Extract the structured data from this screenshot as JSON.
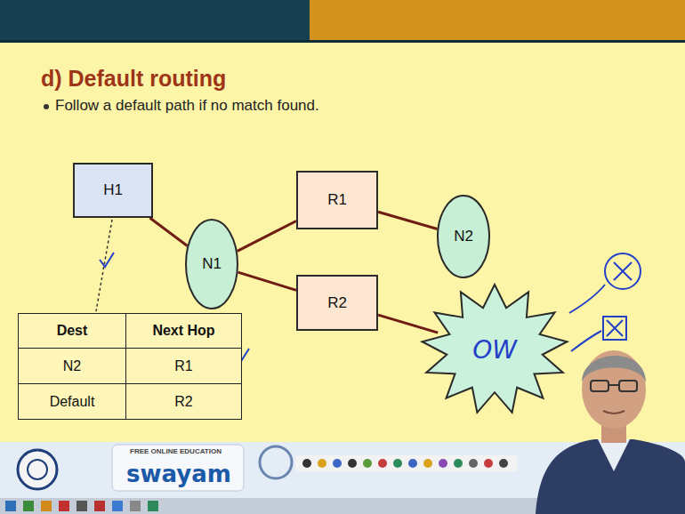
{
  "diagram": {
    "title": "d) Default routing",
    "nodes": [
      {
        "text": [
          "H1"
        ]
      },
      {
        "text": [
          "R1"
        ]
      },
      {
        "text": [
          "N2"
        ]
      },
      {
        "text": [
          "N1"
        ]
      },
      {
        "text": [
          "R2"
        ]
      },
      {
        "text": [
          "OW"
        ]
      }
    ],
    "edges": [
      {
        "from": 0,
        "to": 3,
        "arrow": "none"
      },
      {
        "from": 3,
        "to": 1,
        "arrow": "none"
      },
      {
        "from": 1,
        "to": 2,
        "arrow": "none"
      },
      {
        "from": 3,
        "to": 4,
        "arrow": "none"
      },
      {
        "from": 4,
        "to": 5,
        "arrow": "none"
      }
    ],
    "labels": [
      "Follow a default path if no match found.",
      "Dest",
      "Next Hop",
      "N2",
      "R1",
      "Default",
      "R2",
      "swayam",
      "FREE ONLINE EDUCATION"
    ]
  }
}
